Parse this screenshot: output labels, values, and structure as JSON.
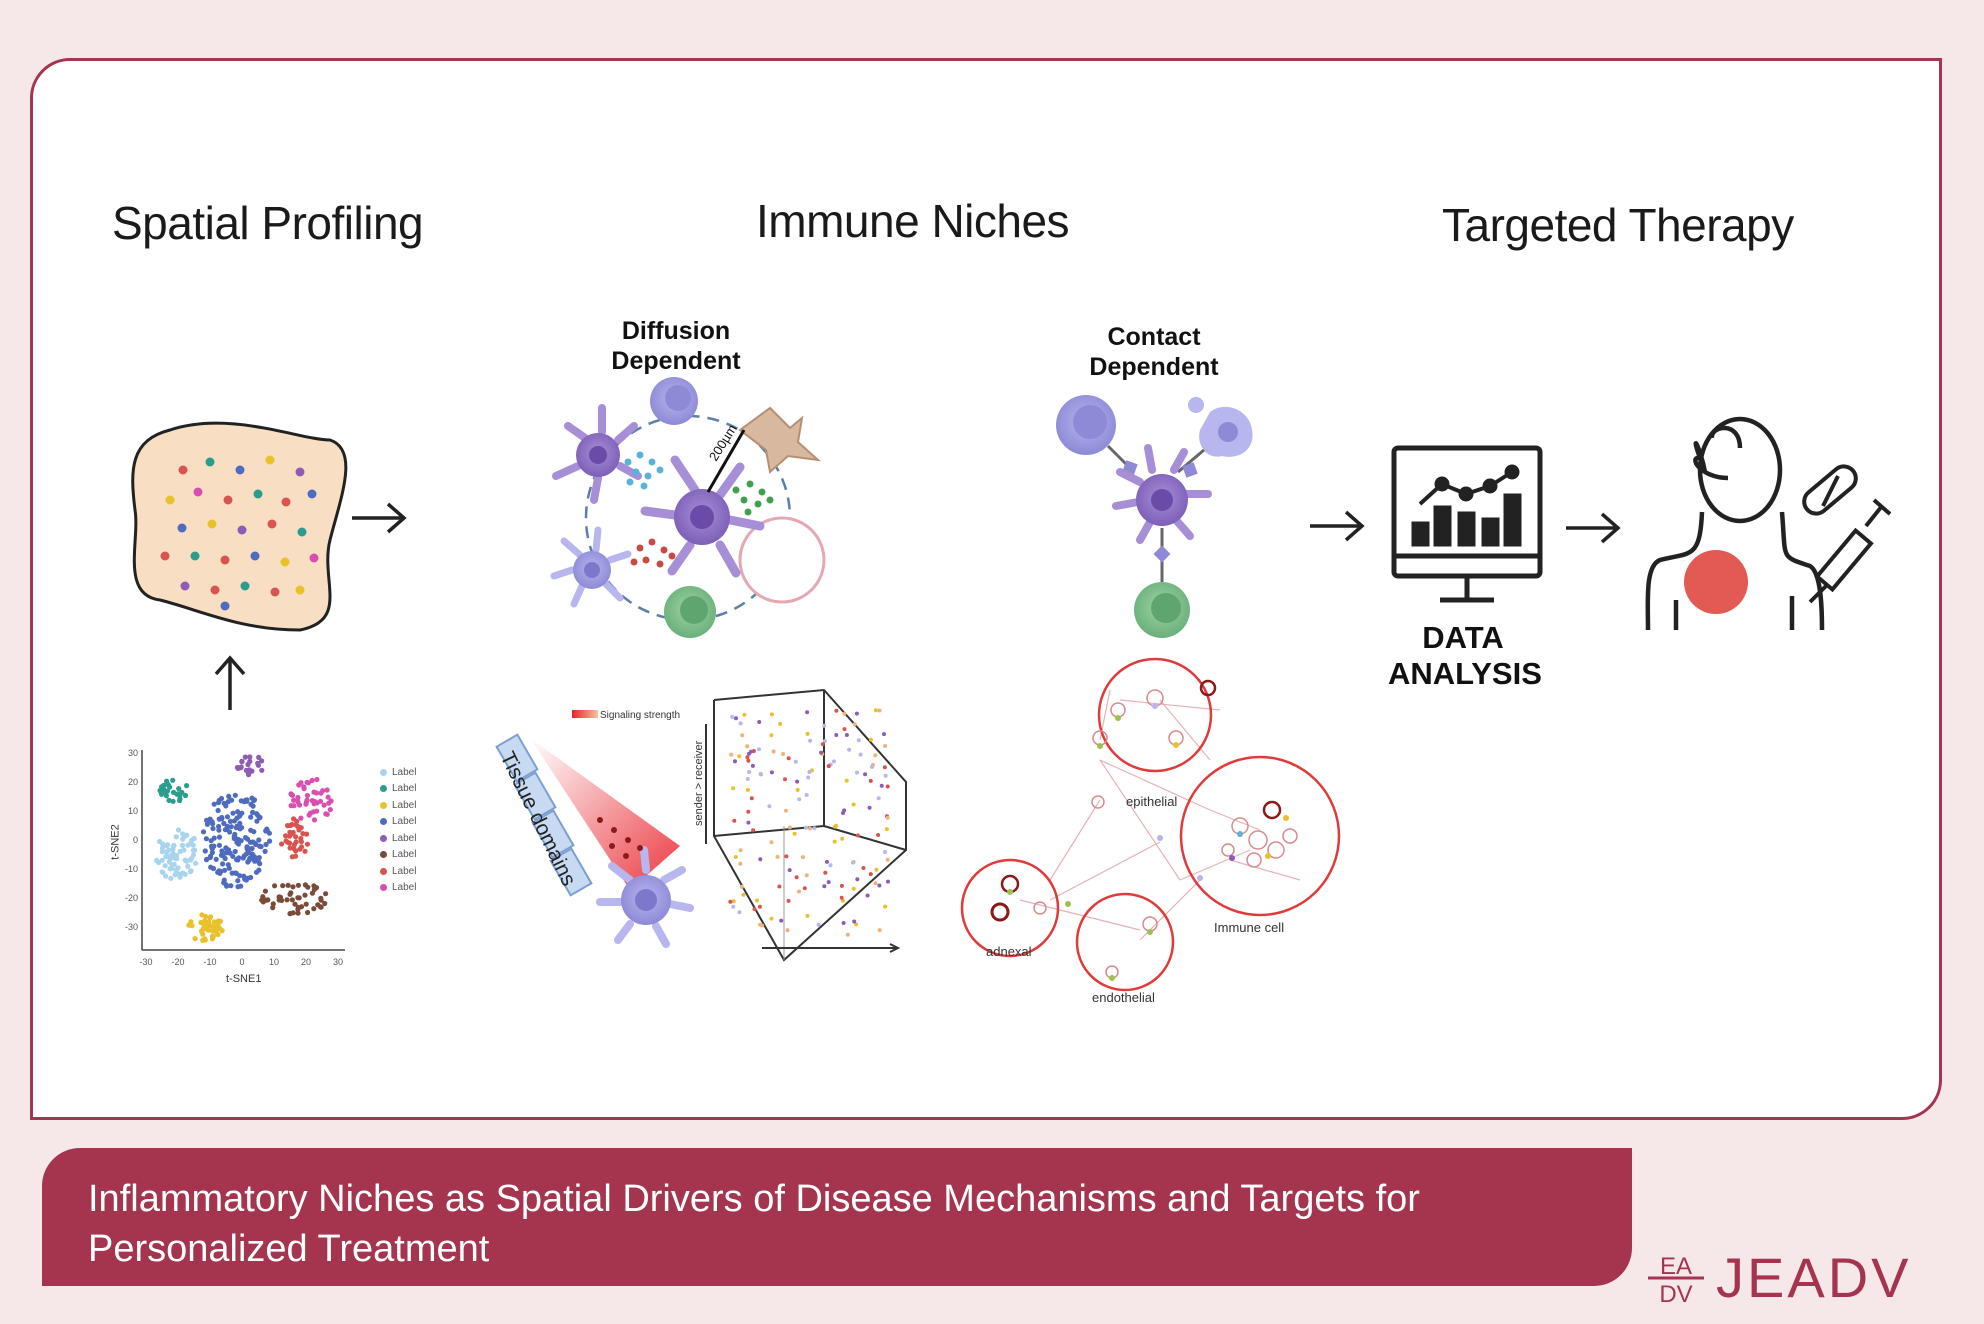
{
  "headings": {
    "spatial": "Spatial Profiling",
    "niches": "Immune Niches",
    "therapy": "Targeted Therapy"
  },
  "labels": {
    "diffusion": [
      "Diffusion",
      "Dependent"
    ],
    "contact": [
      "Contact",
      "Dependent"
    ],
    "data_analysis": [
      "DATA",
      "ANALYSIS"
    ],
    "distance": "200µm",
    "signaling_strength": "Signaling strength",
    "tissue_domains": "Tissue domains",
    "sender_receiver": "sender > receiver"
  },
  "tsne": {
    "xlabel": "t-SNE1",
    "ylabel": "t-SNE2",
    "xticks": [
      "-30",
      "-20",
      "-10",
      "0",
      "10",
      "20",
      "30"
    ],
    "yticks": [
      "30",
      "20",
      "10",
      "0",
      "-10",
      "-20",
      "-30"
    ],
    "legend": [
      {
        "label": "Label",
        "color": "#a8d4f0"
      },
      {
        "label": "Label",
        "color": "#2a9d8f"
      },
      {
        "label": "Label",
        "color": "#e9c12a"
      },
      {
        "label": "Label",
        "color": "#4f6bbf"
      },
      {
        "label": "Label",
        "color": "#8e5bb5"
      },
      {
        "label": "Label",
        "color": "#7a4a3a"
      },
      {
        "label": "Label",
        "color": "#d9534f"
      },
      {
        "label": "Label",
        "color": "#d94fb0"
      }
    ]
  },
  "network": {
    "clusters": [
      "epithelial",
      "Immune cell",
      "adnexal",
      "endothelial"
    ]
  },
  "banner": {
    "line1": "Inflammatory Niches as Spatial Drivers of Disease Mechanisms and Targets for",
    "line2": "Personalized Treatment"
  },
  "logo": {
    "mark_top": "EA",
    "mark_bottom": "DV",
    "text": "JEADV"
  },
  "colors": {
    "brand": "#a5344e",
    "background": "#f6e8e8"
  }
}
